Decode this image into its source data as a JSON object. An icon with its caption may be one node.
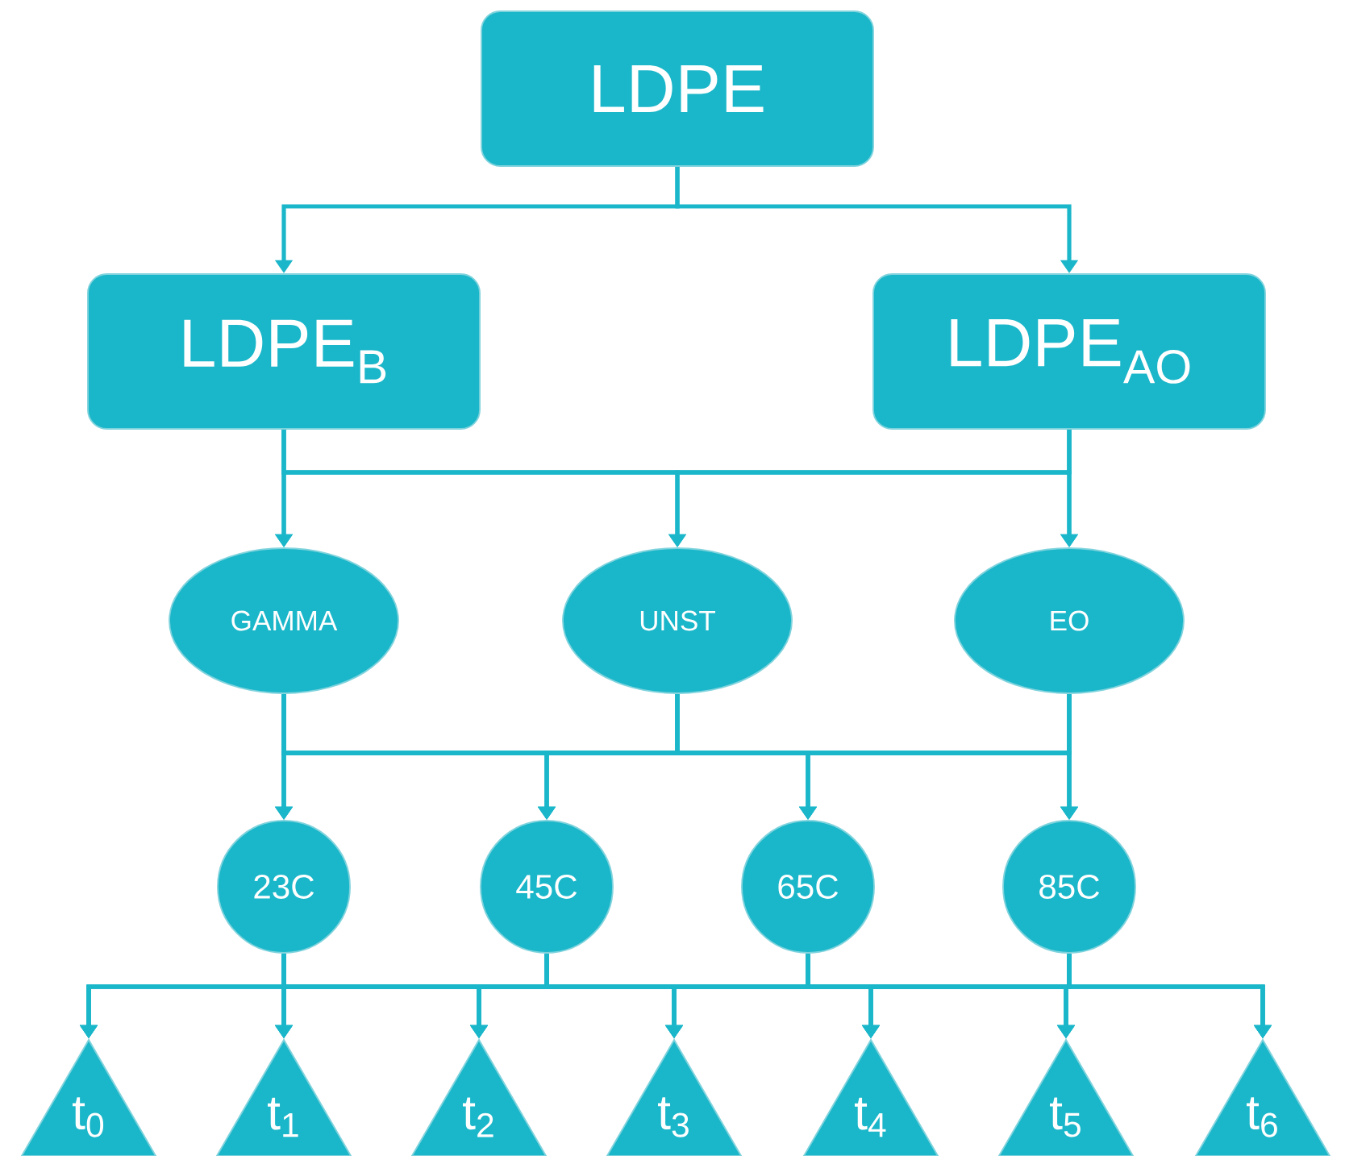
{
  "diagram": {
    "nodes": [
      {
        "text": [
          "LDPE"
        ]
      },
      {
        "text": [
          "LDPE$_{B}$"
        ]
      },
      {
        "text": [
          "LDPE$_{AO}$"
        ]
      },
      {
        "text": [
          "GAMMA"
        ]
      },
      {
        "text": [
          "UNST"
        ]
      },
      {
        "text": [
          "EO"
        ]
      },
      {
        "text": [
          "23C"
        ]
      },
      {
        "text": [
          "45C"
        ]
      },
      {
        "text": [
          "65C"
        ]
      },
      {
        "text": [
          "85C"
        ]
      },
      {
        "text": [
          "t$_{0}$"
        ]
      },
      {
        "text": [
          "t$_{1}$"
        ]
      },
      {
        "text": [
          "t$_{2}$"
        ]
      },
      {
        "text": [
          "t$_{3}$"
        ]
      },
      {
        "text": [
          "t$_{4}$"
        ]
      },
      {
        "text": [
          "t$_{5}$"
        ]
      },
      {
        "text": [
          "t$_{6}$"
        ]
      }
    ],
    "edges": [
      {
        "from": 0,
        "to": 1,
        "arrow": "to"
      },
      {
        "from": 0,
        "to": 2,
        "arrow": "to"
      },
      {
        "from": 1,
        "to": 3,
        "arrow": "to"
      },
      {
        "from": 1,
        "to": 4,
        "arrow": "to"
      },
      {
        "from": 1,
        "to": 5,
        "arrow": "to"
      },
      {
        "from": 2,
        "to": 3,
        "arrow": "to"
      },
      {
        "from": 2,
        "to": 4,
        "arrow": "to"
      },
      {
        "from": 2,
        "to": 5,
        "arrow": "to"
      },
      {
        "from": 3,
        "to": 6,
        "arrow": "to"
      },
      {
        "from": 3,
        "to": 7,
        "arrow": "to"
      },
      {
        "from": 3,
        "to": 8,
        "arrow": "to"
      },
      {
        "from": 3,
        "to": 9,
        "arrow": "to"
      },
      {
        "from": 4,
        "to": 6,
        "arrow": "to"
      },
      {
        "from": 4,
        "to": 7,
        "arrow": "to"
      },
      {
        "from": 4,
        "to": 8,
        "arrow": "to"
      },
      {
        "from": 4,
        "to": 9,
        "arrow": "to"
      },
      {
        "from": 5,
        "to": 6,
        "arrow": "to"
      },
      {
        "from": 5,
        "to": 7,
        "arrow": "to"
      },
      {
        "from": 5,
        "to": 8,
        "arrow": "to"
      },
      {
        "from": 5,
        "to": 9,
        "arrow": "to"
      },
      {
        "from": 6,
        "to": 10,
        "arrow": "to"
      },
      {
        "from": 6,
        "to": 11,
        "arrow": "to"
      },
      {
        "from": 6,
        "to": 12,
        "arrow": "to"
      },
      {
        "from": 6,
        "to": 13,
        "arrow": "to"
      },
      {
        "from": 6,
        "to": 14,
        "arrow": "to"
      },
      {
        "from": 6,
        "to": 15,
        "arrow": "to"
      },
      {
        "from": 6,
        "to": 16,
        "arrow": "to"
      },
      {
        "from": 7,
        "to": 10,
        "arrow": "to"
      },
      {
        "from": 7,
        "to": 11,
        "arrow": "to"
      },
      {
        "from": 7,
        "to": 12,
        "arrow": "to"
      },
      {
        "from": 7,
        "to": 13,
        "arrow": "to"
      },
      {
        "from": 7,
        "to": 14,
        "arrow": "to"
      },
      {
        "from": 7,
        "to": 15,
        "arrow": "to"
      },
      {
        "from": 7,
        "to": 16,
        "arrow": "to"
      },
      {
        "from": 8,
        "to": 10,
        "arrow": "to"
      },
      {
        "from": 8,
        "to": 11,
        "arrow": "to"
      },
      {
        "from": 8,
        "to": 12,
        "arrow": "to"
      },
      {
        "from": 8,
        "to": 13,
        "arrow": "to"
      },
      {
        "from": 8,
        "to": 14,
        "arrow": "to"
      },
      {
        "from": 8,
        "to": 15,
        "arrow": "to"
      },
      {
        "from": 8,
        "to": 16,
        "arrow": "to"
      },
      {
        "from": 9,
        "to": 10,
        "arrow": "to"
      },
      {
        "from": 9,
        "to": 11,
        "arrow": "to"
      },
      {
        "from": 9,
        "to": 12,
        "arrow": "to"
      },
      {
        "from": 9,
        "to": 13,
        "arrow": "to"
      },
      {
        "from": 9,
        "to": 14,
        "arrow": "to"
      },
      {
        "from": 9,
        "to": 15,
        "arrow": "to"
      },
      {
        "from": 9,
        "to": 16,
        "arrow": "to"
      }
    ]
  }
}
